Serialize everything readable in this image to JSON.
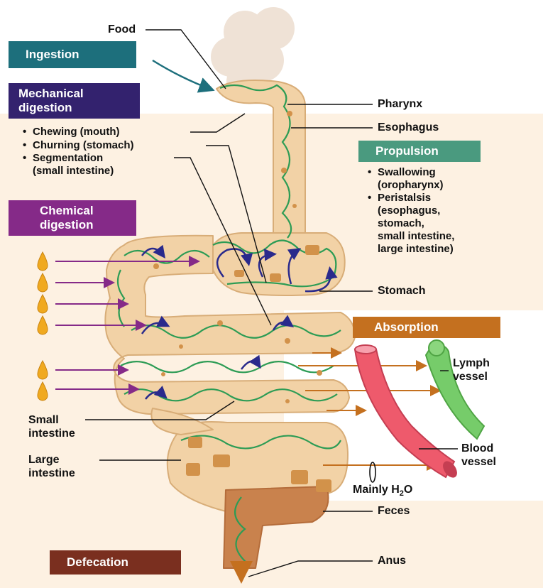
{
  "stages": {
    "ingestion": "Ingestion",
    "mechanical": [
      "Mechanical",
      "digestion"
    ],
    "chemical": [
      "Chemical",
      "digestion"
    ],
    "propulsion": "Propulsion",
    "absorption": "Absorption",
    "defecation": "Defecation"
  },
  "labels": {
    "food": "Food",
    "pharynx": "Pharynx",
    "esophagus": "Esophagus",
    "stomach": "Stomach",
    "small_intestine": [
      "Small",
      "intestine"
    ],
    "large_intestine": [
      "Large",
      "intestine"
    ],
    "lymph_vessel": [
      "Lymph",
      "vessel"
    ],
    "blood_vessel": [
      "Blood",
      "vessel"
    ],
    "mainly_water_prefix": "Mainly H",
    "mainly_water_sub": "2",
    "mainly_water_suffix": "O",
    "feces": "Feces",
    "anus": "Anus"
  },
  "mechanical_list": {
    "bullet": "•",
    "chewing": "Chewing (mouth)",
    "churning": "Churning (stomach)",
    "segmentation": "Segmentation",
    "segmentation_detail": "(small intestine)"
  },
  "propulsion_list": {
    "bullet": "•",
    "swallowing": "Swallowing",
    "swallowing_detail": "(oropharynx)",
    "peristalsis": "Peristalsis",
    "peristalsis_details": [
      "(esophagus,",
      "stomach,",
      "small intestine,",
      "large intestine)"
    ]
  },
  "colors": {
    "ingestion": "#1d6f7c",
    "mechanical": "#33226e",
    "chemical": "#852a88",
    "propulsion": "#4a9a7f",
    "absorption": "#c4701f",
    "defecation": "#7a2f1f",
    "tract": "#f2d2a6",
    "tract_edge": "#d8ad78",
    "food": "#d2924a",
    "lining": "#2d9c55",
    "blood": "#ee5a6c",
    "lymph": "#76cc6a"
  }
}
